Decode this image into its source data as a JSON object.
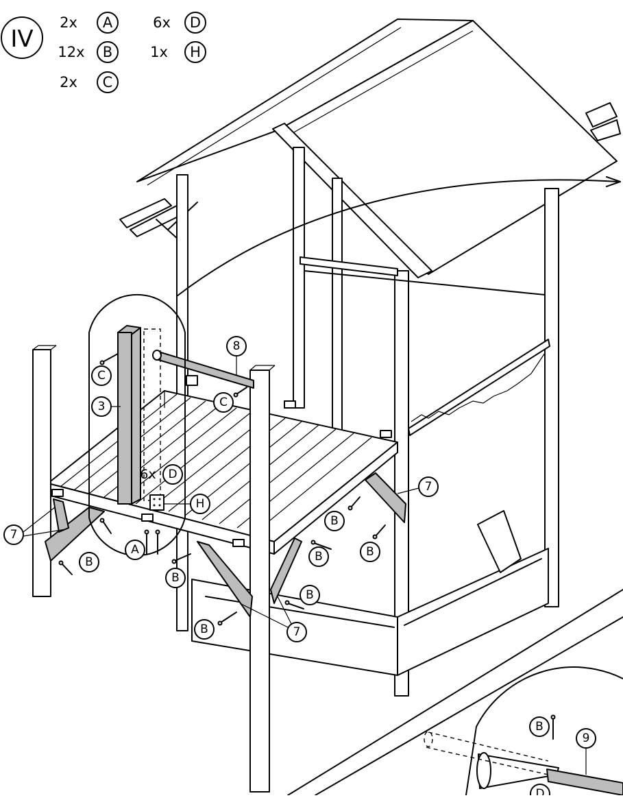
{
  "step": {
    "numeral": "IV"
  },
  "hardware_list": [
    {
      "qty": "2x",
      "letter": "A"
    },
    {
      "qty": "12x",
      "letter": "B"
    },
    {
      "qty": "2x",
      "letter": "C"
    },
    {
      "qty": "6x",
      "letter": "D"
    },
    {
      "qty": "1x",
      "letter": "H"
    }
  ],
  "callouts": {
    "C": "C",
    "B": "B",
    "A": "A",
    "D": "D",
    "H": "H",
    "part_3": "3",
    "part_7": "7",
    "part_8": "8",
    "part_9": "9",
    "qty_6x": "6x"
  },
  "colors": {
    "line": "#000000",
    "highlight_part": "#bdbdbd",
    "background": "#ffffff"
  }
}
